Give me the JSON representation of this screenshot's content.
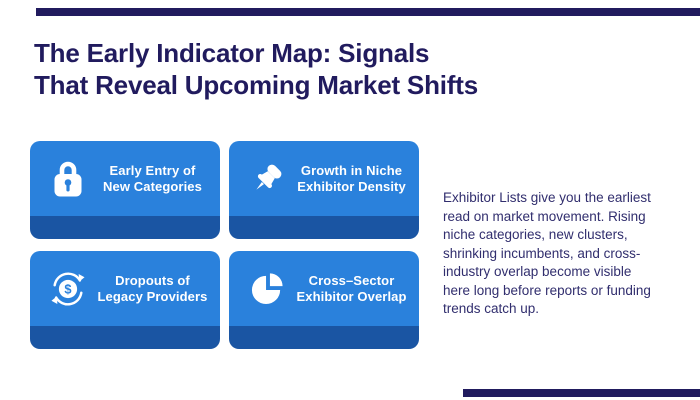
{
  "colors": {
    "background": "#ffffff",
    "navy_accent": "#211b5e",
    "card_blue": "#2a81dc",
    "card_strip_blue": "#1a55a3",
    "card_label_text": "#ffffff",
    "body_text": "#312e6e"
  },
  "title": {
    "lines": [
      "The Early Indicator Map: Signals",
      "That Reveal Upcoming Market Shifts"
    ]
  },
  "cards": [
    {
      "icon": "lock-icon",
      "label_lines": [
        "Early Entry of",
        "New Categories"
      ]
    },
    {
      "icon": "pushpin-icon",
      "label_lines": [
        "Growth in Niche",
        "Exhibitor Density"
      ]
    },
    {
      "icon": "dollar-cycle-icon",
      "label_lines": [
        "Dropouts of",
        "Legacy Providers"
      ]
    },
    {
      "icon": "pie-chart-icon",
      "label_lines": [
        "Cross–Sector",
        "Exhibitor Overlap"
      ]
    }
  ],
  "dollar_symbol": "$",
  "description": {
    "lines": [
      "Exhibitor Lists give you the earliest",
      "read on market movement. Rising",
      "niche categories, new clusters,",
      "shrinking incumbents, and cross-",
      "industry overlap become visible",
      "here long before reports or funding",
      "trends catch up."
    ]
  }
}
